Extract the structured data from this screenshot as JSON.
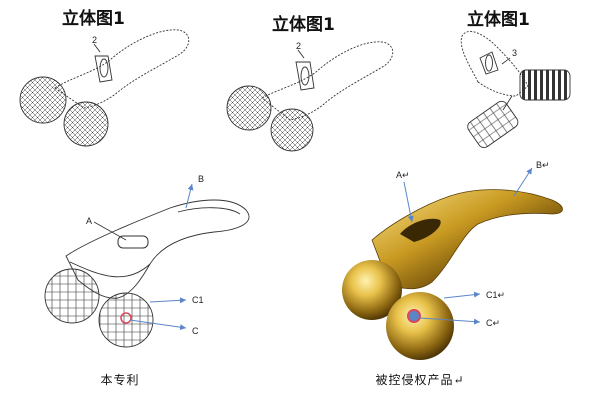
{
  "figures": [
    {
      "title": "立体图1"
    },
    {
      "title": "立体图1"
    },
    {
      "title": "立体图1"
    }
  ],
  "patent": {
    "caption": "本专利",
    "labels": {
      "a": "A",
      "b": "B",
      "c1": "C1",
      "c": "C"
    }
  },
  "product": {
    "caption": "被控侵权产品↵",
    "labels": {
      "a": "A↵",
      "b": "B↵",
      "c1": "C1↵",
      "c": "C↵"
    }
  },
  "colors": {
    "gold": "#c9a227",
    "marker": "#d8485a",
    "arrow": "#5a86c8"
  }
}
